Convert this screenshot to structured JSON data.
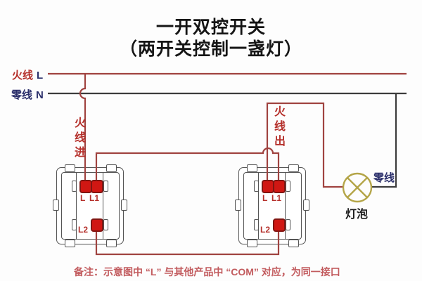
{
  "title": {
    "line1": "一开双控开关",
    "line2": "（两开关控制一盏灯）"
  },
  "wires": {
    "live_label": "火线",
    "live_letter": "L",
    "neutral_label": "零线",
    "neutral_letter": "N",
    "live_in": "火线进",
    "live_out": "火线出",
    "lamp_neutral": "零线"
  },
  "lamp": {
    "label": "灯泡"
  },
  "switches": {
    "left": {
      "terminals": [
        "L",
        "L1",
        "L2"
      ]
    },
    "right": {
      "terminals": [
        "L",
        "L1",
        "L2"
      ]
    }
  },
  "note": "备注：示意图中 “L” 与其他产品中 “COM” 对应，为同一接口",
  "colors": {
    "live": "#a04340",
    "neutral": "#3c3c3c",
    "terminal": "#d01713",
    "terminal-dark": "#801511",
    "label-red": "#b5302b",
    "navy": "#2b2f6b",
    "bulb": "#b4a548",
    "note": "#c25b5e",
    "title": "#151515",
    "frame": "#555555"
  }
}
